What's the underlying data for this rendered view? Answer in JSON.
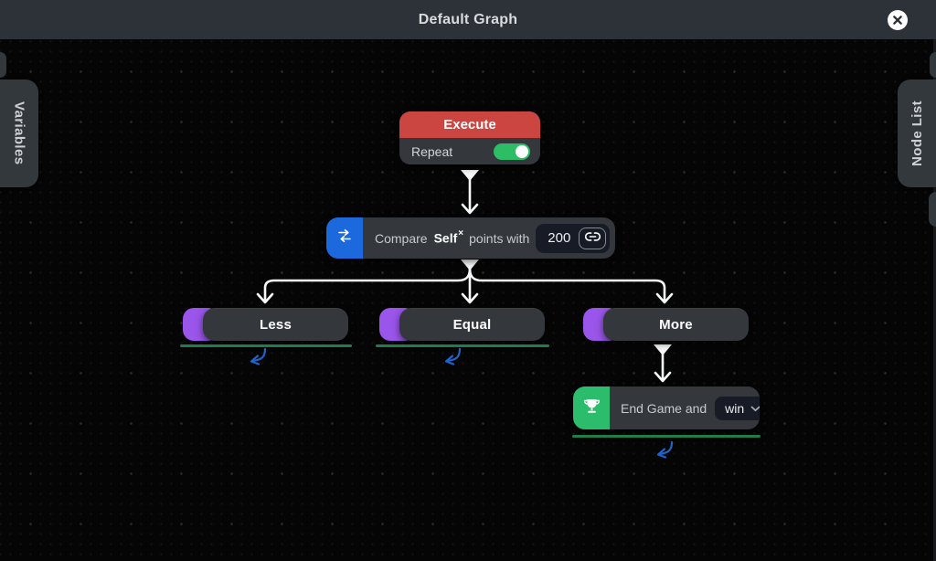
{
  "titlebar": {
    "title": "Default Graph",
    "close_icon": "x-circle"
  },
  "tabs": {
    "left_label": "Variables",
    "right_label": "Node List"
  },
  "nodes": {
    "execute": {
      "title": "Execute",
      "repeat_label": "Repeat",
      "repeat_toggle_state": "on"
    },
    "compare": {
      "icon": "swap-arrows",
      "prefix": "Compare",
      "variable": "Self",
      "remove_icon": "×",
      "middle": "points with",
      "value": "200",
      "link_icon": "chain-link"
    },
    "branches": [
      {
        "label": "Less"
      },
      {
        "label": "Equal"
      },
      {
        "label": "More"
      }
    ],
    "end_game": {
      "icon": "trophy",
      "text": "End Game and",
      "selected_option": "win",
      "dropdown_icon": "chevron-down"
    }
  },
  "colors": {
    "titlebar_bg": "#2c3237",
    "canvas_bg": "#050505",
    "node_body": "#34383d",
    "execute_red": "#cb4641",
    "toggle_green": "#2dbd64",
    "compare_blue": "#1b69dd",
    "branch_purple": "#9a55ea",
    "endgame_green": "#2bbc6c",
    "underline_green": "#217c4b",
    "return_arrow_blue": "#2063c9",
    "wire_white": "#f7f8f9"
  }
}
